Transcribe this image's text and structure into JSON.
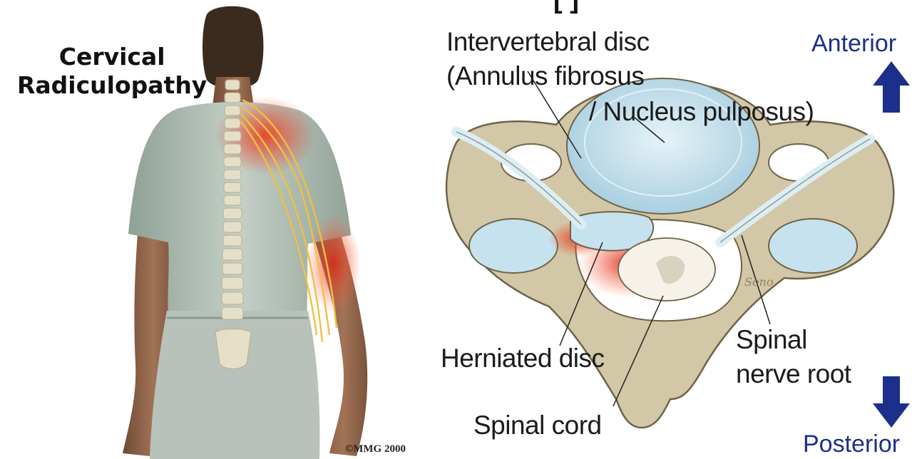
{
  "figure": {
    "title_line1": "Cervical",
    "title_line2": "Radiculopathy",
    "copyright": "©MMG 2000",
    "top_fragment": "[ ]"
  },
  "labels": {
    "intervertebral_disc": "Intervertebral disc",
    "annulus_fibrosus": "(Annulus fibrosus",
    "nucleus_pulposus": "/ Nucleus pulposus)",
    "herniated_disc": "Herniated disc",
    "spinal_cord": "Spinal cord",
    "spinal_nerve_root_line1": "Spinal",
    "spinal_nerve_root_line2": "nerve root",
    "signature": "Sono"
  },
  "orientation": {
    "anterior": "Anterior",
    "posterior": "Posterior"
  },
  "colors": {
    "bone": "#d2c7a6",
    "disc": "#c6e2ee",
    "pain": "#e8452a",
    "nerve": "#f0c040",
    "arrow": "#1c2f8a",
    "shirt": "#aebbb2"
  }
}
